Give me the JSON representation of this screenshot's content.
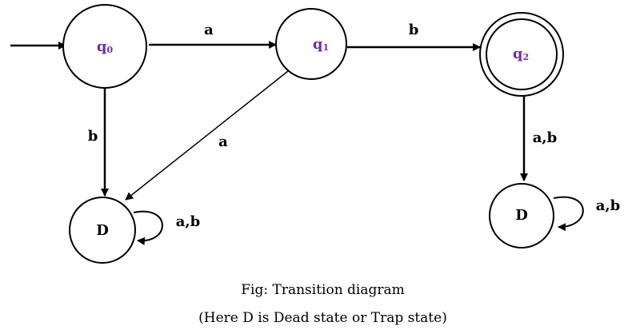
{
  "colors": {
    "state_label": "#7030a0",
    "stroke": "#000000",
    "background": "#ffffff"
  },
  "states": {
    "q0": {
      "base": "q",
      "sub": "0"
    },
    "q1": {
      "base": "q",
      "sub": "1"
    },
    "q2": {
      "base": "q",
      "sub": "2"
    },
    "d_left": "D",
    "d_right": "D"
  },
  "edges": {
    "q0_q1": "a",
    "q1_q2": "b",
    "q0_d": "b",
    "q1_d": "a",
    "d_left_loop": "a,b",
    "q2_d": "a,b",
    "d_right_loop": "a,b"
  },
  "caption": {
    "line1": "Fig: Transition diagram",
    "line2": "(Here D is Dead state or Trap state)"
  }
}
